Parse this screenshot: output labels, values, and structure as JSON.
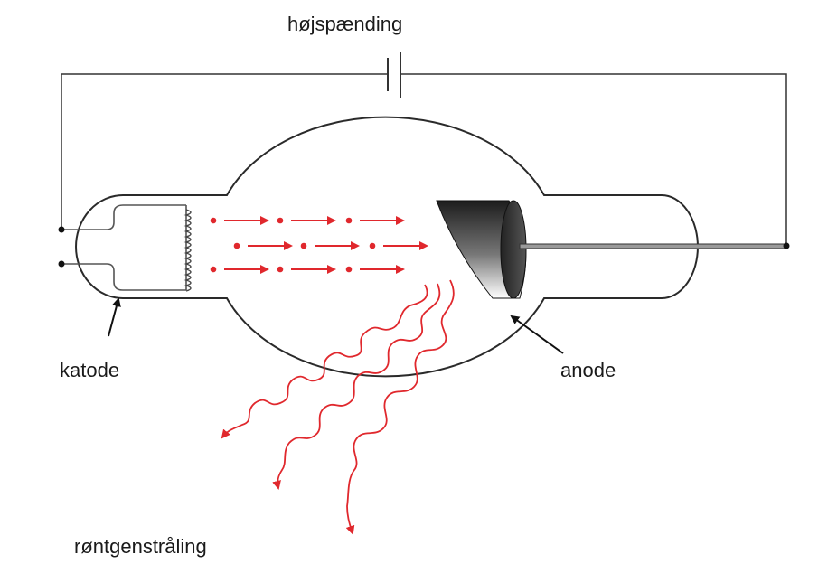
{
  "labels": {
    "high_voltage": "højspænding",
    "cathode": "katode",
    "anode": "anode",
    "xray": "røntgenstråling"
  },
  "colors": {
    "line": "#2a2a2a",
    "electron": "#e0282d",
    "radiation": "#e0282d",
    "anode_dark": "#1c1c1c",
    "anode_light": "#ffffff"
  }
}
